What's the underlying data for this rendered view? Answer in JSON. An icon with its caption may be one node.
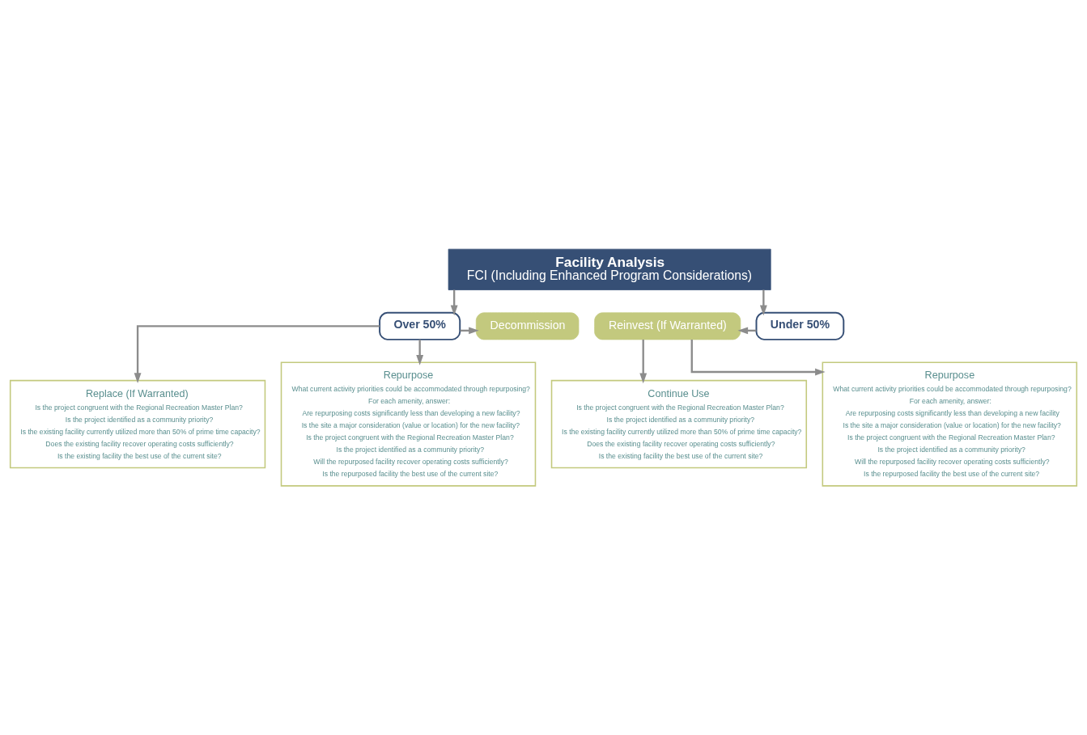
{
  "diagram": {
    "nodes": [
      {
        "text": [
          "Facility Analysis",
          "FCI (Including Enhanced Program Considerations)"
        ]
      },
      {
        "text": [
          "Over 50%"
        ]
      },
      {
        "text": [
          "Decommission"
        ]
      },
      {
        "text": [
          "Reinvest (If Warranted)"
        ]
      },
      {
        "text": [
          "Under 50%"
        ]
      },
      {
        "text": [
          "Replace (If Warranted)",
          "Is the project congruent with the Regional Recreation Master Plan?",
          "Is the project identified as a community priority?",
          "Is the existing facility currently utilized more than 50% of prime time capacity?",
          "Does the existing facility recover operating costs sufficiently?",
          "Is the existing facility the best use of the current site?"
        ]
      },
      {
        "text": [
          "Repurpose",
          "What current activity priorities could be accommodated through repurposing?",
          "For each amenity, answer:",
          "Are repurposing costs significantly less than developing a new facility?",
          "Is the site a major consideration (value or location) for the new facility?",
          "Is the project congruent with the Regional Recreation Master Plan?",
          "Is the project identified as a community priority?",
          "Will the repurposed facility recover operating costs sufficiently?",
          "Is the repurposed facility the best use of the current site?"
        ]
      },
      {
        "text": [
          "Continue Use",
          "Is the project congruent with the Regional Recreation Master Plan?",
          "Is the project identified as a community priority?",
          "Is the existing facility currently utilized more than 50% of prime time capacity?",
          "Does the existing facility recover operating costs sufficiently?",
          "Is the existing facility the best use of the current site?"
        ]
      },
      {
        "text": [
          "Repurpose",
          "What current activity priorities could be accommodated through repurposing?",
          "For each amenity, answer:",
          "Are repurposing costs significantly less than developing a new facility",
          "Is the site a major consideration (value or location) for the new facility?",
          "Is the project congruent with the Regional Recreation Master Plan?",
          "Is the project identified as a community priority?",
          "Will the repurposed facility recover operating costs sufficiently?",
          "Is the repurposed facility the best use of the current site?"
        ]
      }
    ],
    "edges": [
      {
        "from": 0,
        "to": 1,
        "arrow": "to"
      },
      {
        "from": 0,
        "to": 4,
        "arrow": "to"
      },
      {
        "from": 1,
        "to": 2,
        "arrow": "to"
      },
      {
        "from": 4,
        "to": 3,
        "arrow": "to"
      },
      {
        "from": 1,
        "to": 5,
        "arrow": "to"
      },
      {
        "from": 1,
        "to": 6,
        "arrow": "to"
      },
      {
        "from": 3,
        "to": 7,
        "arrow": "to"
      },
      {
        "from": 3,
        "to": 8,
        "arrow": "to"
      }
    ]
  }
}
